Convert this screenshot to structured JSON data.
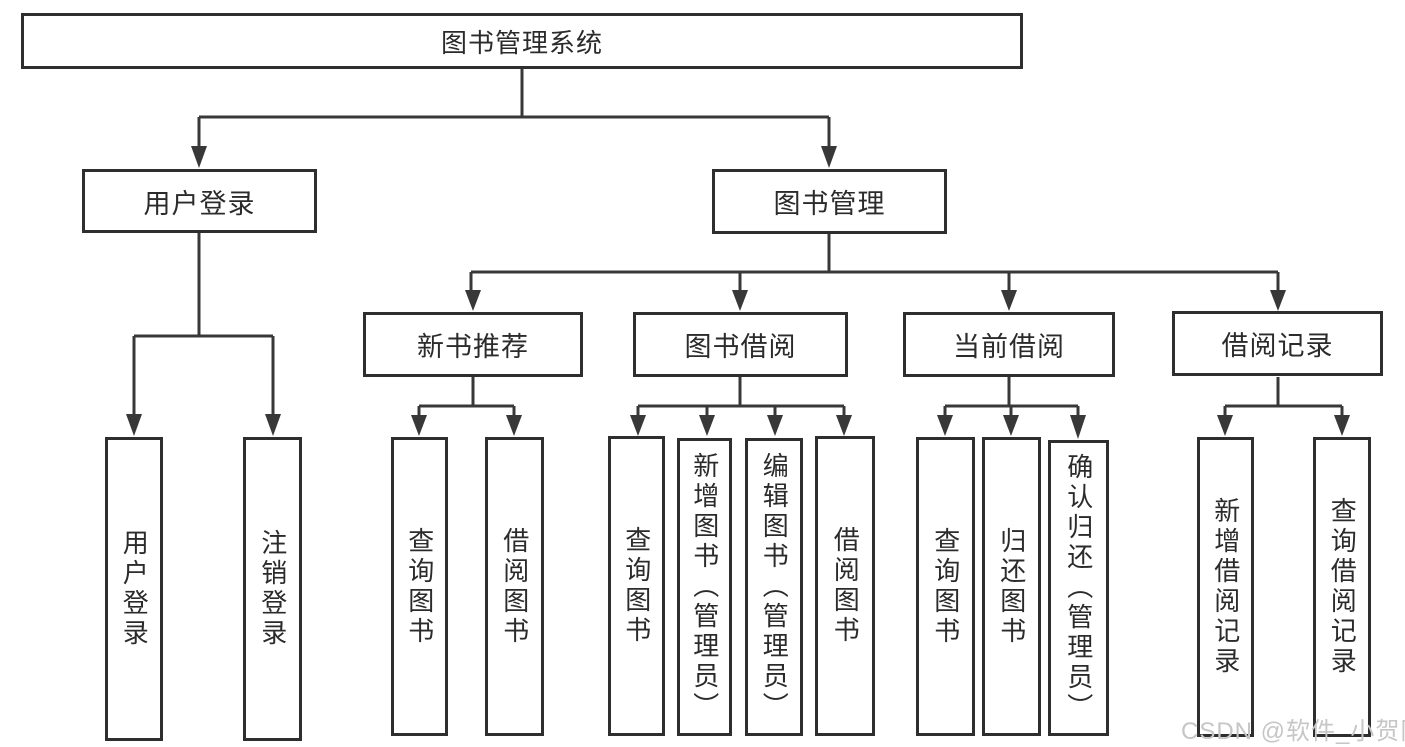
{
  "diagram": {
    "root": {
      "label": "图书管理系统"
    },
    "level2": [
      {
        "label": "用户登录"
      },
      {
        "label": "图书管理"
      }
    ],
    "level3": [
      {
        "label": "新书推荐"
      },
      {
        "label": "图书借阅"
      },
      {
        "label": "当前借阅"
      },
      {
        "label": "借阅记录"
      }
    ],
    "leaves": [
      {
        "parent": "用户登录",
        "label": "用户登录"
      },
      {
        "parent": "用户登录",
        "label": "注销登录"
      },
      {
        "parent": "新书推荐",
        "label": "查询图书"
      },
      {
        "parent": "新书推荐",
        "label": "借阅图书"
      },
      {
        "parent": "图书借阅",
        "label": "查询图书"
      },
      {
        "parent": "图书借阅",
        "label": "新增图书（管理员）"
      },
      {
        "parent": "图书借阅",
        "label": "编辑图书（管理员）"
      },
      {
        "parent": "图书借阅",
        "label": "借阅图书"
      },
      {
        "parent": "当前借阅",
        "label": "查询图书"
      },
      {
        "parent": "当前借阅",
        "label": "归还图书"
      },
      {
        "parent": "当前借阅",
        "label": "确认归还（管理员）"
      },
      {
        "parent": "借阅记录",
        "label": "新增借阅记录"
      },
      {
        "parent": "借阅记录",
        "label": "查询借阅记录"
      }
    ]
  },
  "watermark": {
    "text": "CSDN @软件_小贺同学"
  },
  "colors": {
    "background": "#ffffff",
    "line": "#383838",
    "box_border": "#2e2e2e",
    "text": "#2b2b2b",
    "watermark": "#c6c6c6"
  }
}
